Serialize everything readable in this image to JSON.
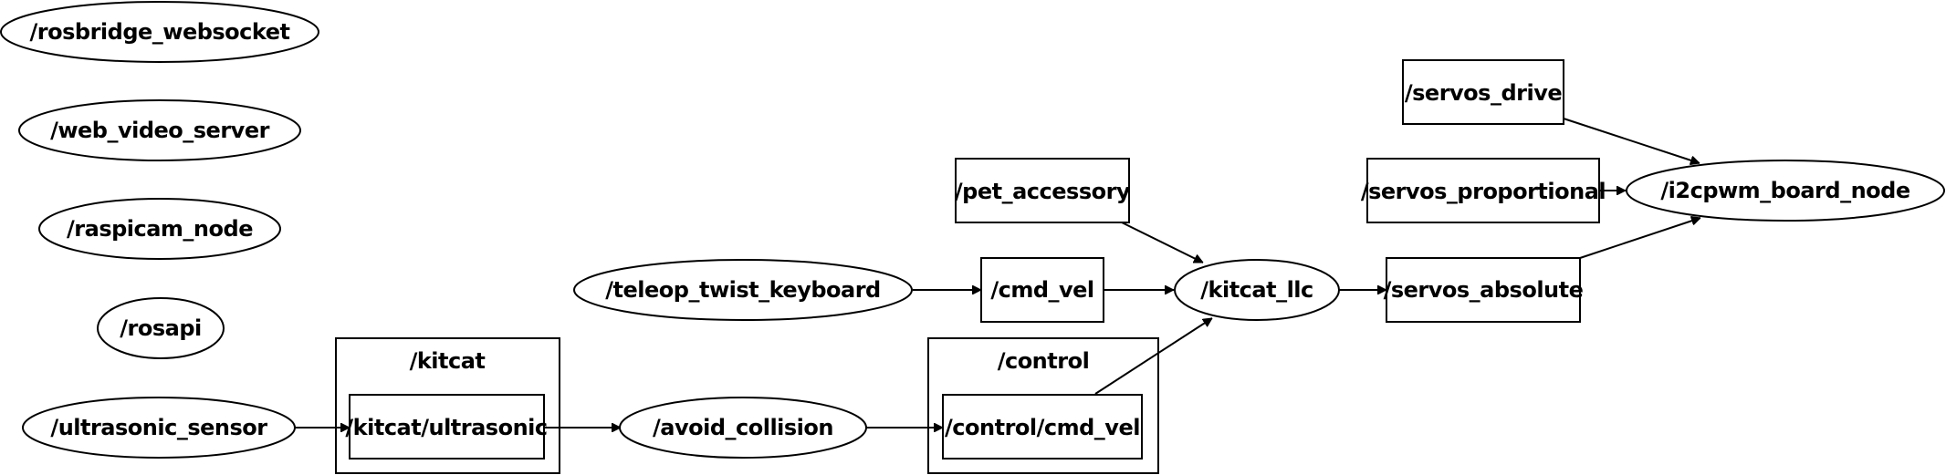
{
  "graph": {
    "nodes": {
      "rosbridge_websocket": {
        "label": "/rosbridge_websocket",
        "kind": "node"
      },
      "web_video_server": {
        "label": "/web_video_server",
        "kind": "node"
      },
      "raspicam_node": {
        "label": "/raspicam_node",
        "kind": "node"
      },
      "rosapi": {
        "label": "/rosapi",
        "kind": "node"
      },
      "ultrasonic_sensor": {
        "label": "/ultrasonic_sensor",
        "kind": "node"
      },
      "kitcat_ultrasonic": {
        "label": "/kitcat/ultrasonic",
        "kind": "topic"
      },
      "avoid_collision": {
        "label": "/avoid_collision",
        "kind": "node"
      },
      "control_cmd_vel": {
        "label": "/control/cmd_vel",
        "kind": "topic"
      },
      "teleop_twist_keyboard": {
        "label": "/teleop_twist_keyboard",
        "kind": "node"
      },
      "cmd_vel": {
        "label": "/cmd_vel",
        "kind": "topic"
      },
      "pet_accessory": {
        "label": "/pet_accessory",
        "kind": "topic"
      },
      "kitcat_llc": {
        "label": "/kitcat_llc",
        "kind": "node"
      },
      "servos_absolute": {
        "label": "/servos_absolute",
        "kind": "topic"
      },
      "servos_proportional": {
        "label": "/servos_proportional",
        "kind": "topic"
      },
      "servos_drive": {
        "label": "/servos_drive",
        "kind": "topic"
      },
      "i2cpwm_board_node": {
        "label": "/i2cpwm_board_node",
        "kind": "node"
      }
    },
    "clusters": {
      "kitcat": {
        "label": "/kitcat"
      },
      "control": {
        "label": "/control"
      }
    },
    "edges": [
      {
        "from": "ultrasonic_sensor",
        "to": "kitcat_ultrasonic"
      },
      {
        "from": "kitcat_ultrasonic",
        "to": "avoid_collision"
      },
      {
        "from": "avoid_collision",
        "to": "control_cmd_vel"
      },
      {
        "from": "control_cmd_vel",
        "to": "kitcat_llc"
      },
      {
        "from": "teleop_twist_keyboard",
        "to": "cmd_vel"
      },
      {
        "from": "cmd_vel",
        "to": "kitcat_llc"
      },
      {
        "from": "pet_accessory",
        "to": "kitcat_llc"
      },
      {
        "from": "kitcat_llc",
        "to": "servos_absolute"
      },
      {
        "from": "servos_absolute",
        "to": "i2cpwm_board_node"
      },
      {
        "from": "servos_proportional",
        "to": "i2cpwm_board_node"
      },
      {
        "from": "servos_drive",
        "to": "i2cpwm_board_node"
      }
    ]
  }
}
